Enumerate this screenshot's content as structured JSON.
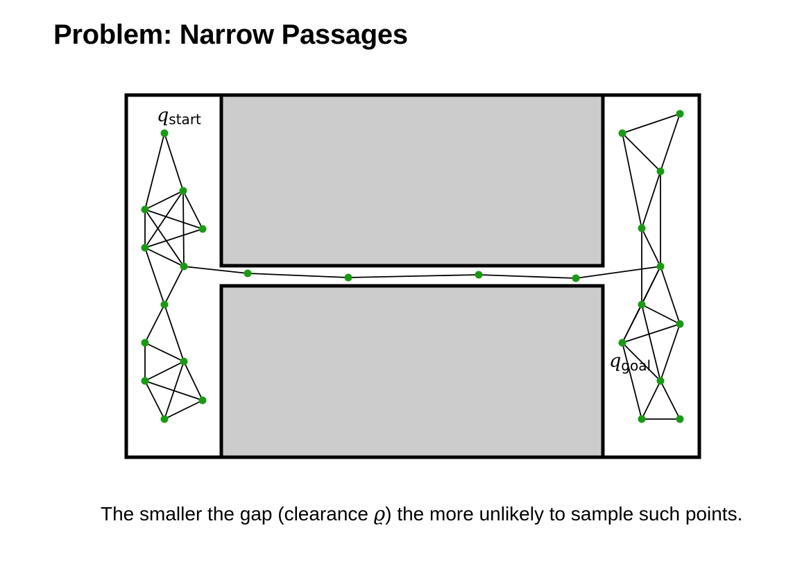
{
  "slide": {
    "title": "Problem: Narrow Passages"
  },
  "caption": {
    "before": "The smaller the gap (clearance ",
    "symbol": "ϱ",
    "after": ") the more unlikely to sample such points."
  },
  "labels": {
    "start_main": "q",
    "start_sub": "start",
    "goal_main": "q",
    "goal_sub": "goal"
  },
  "colors": {
    "node": "#1a9a14",
    "edge": "#000000",
    "obstacle": "#cccccc",
    "border": "#000000"
  }
}
